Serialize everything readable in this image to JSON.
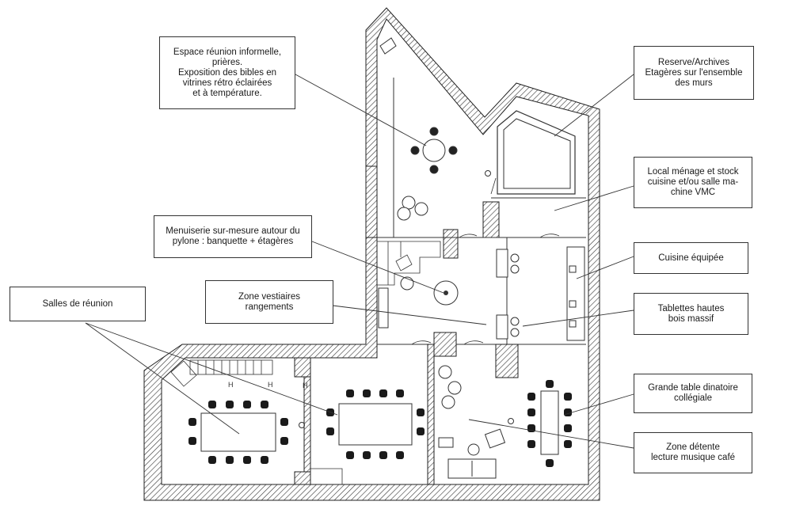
{
  "labels": {
    "espace_reunion": "Espace réunion informelle,\nprières.\nExposition des bibles en\nvitrines rétro éclairées\net à température.",
    "reserve": "Reserve/Archives\nEtagères sur l'ensemble\ndes murs",
    "local_menage": "Local ménage et stock\ncuisine et/ou salle ma-\nchine VMC",
    "menuiserie": "Menuiserie sur-mesure autour du\npylone : banquette + étagères",
    "cuisine": "Cuisine équipée",
    "zone_vestiaires": "Zone vestiaires\nrangements",
    "tablettes": "Tablettes hautes\nbois massif",
    "salles_reunion": "Salles de réunion",
    "grande_table": "Grande table dinatoire\ncollégiale",
    "zone_detente": "Zone détente\nlecture musique café"
  }
}
